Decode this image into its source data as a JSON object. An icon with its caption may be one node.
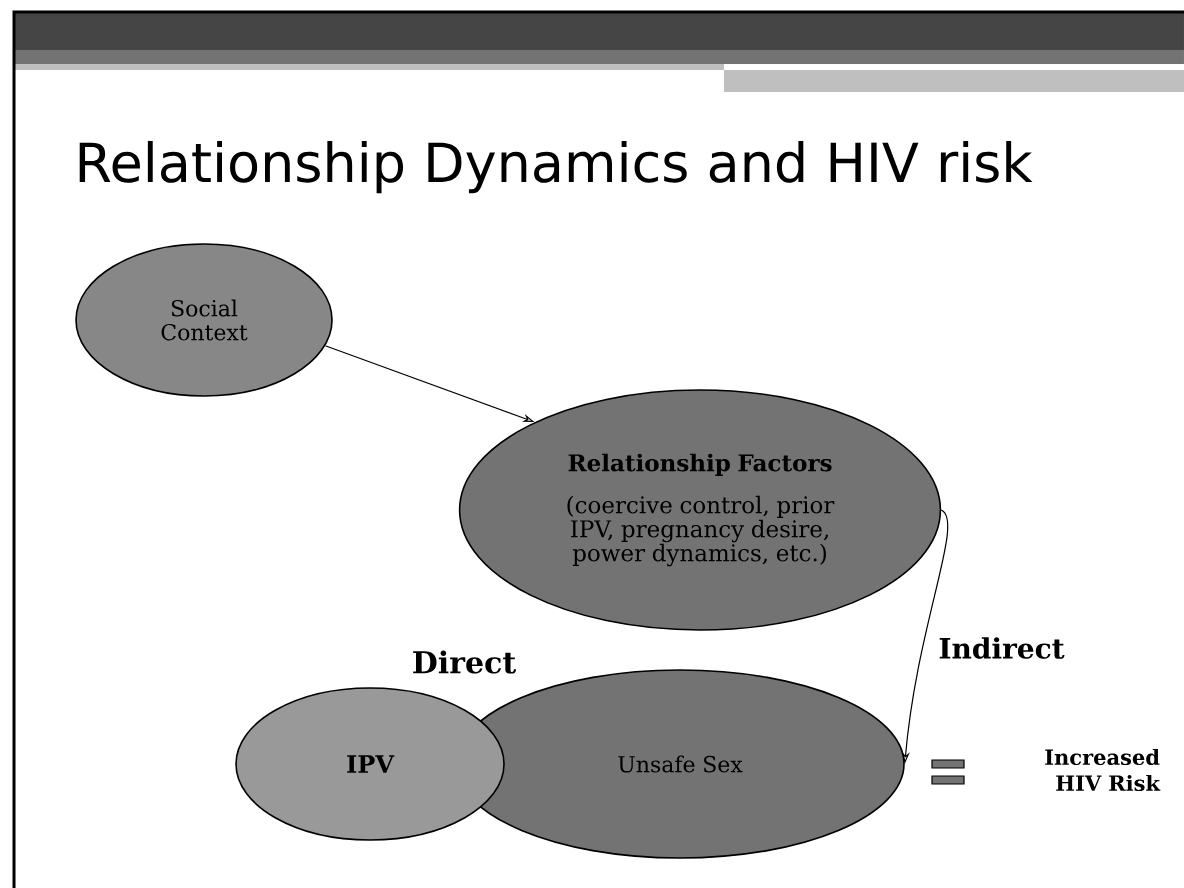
{
  "diagram": {
    "title": "Relationship Dynamics and HIV risk",
    "nodes": [
      {
        "text": [
          "Social Context"
        ]
      },
      {
        "text": [
          "Relationship Factors",
          "(coercive control, prior IPV, pregnancy desire, power dynamics, etc.)"
        ]
      },
      {
        "text": [
          "IPV"
        ]
      },
      {
        "text": [
          "Unsafe Sex"
        ]
      }
    ],
    "edges": [
      {
        "from": 0,
        "to": 1,
        "arrow": "to"
      },
      {
        "from": 1,
        "to": 3,
        "arrow": "to",
        "label": "Indirect"
      }
    ],
    "labels": [
      "Direct",
      "Increased HIV Risk"
    ]
  }
}
